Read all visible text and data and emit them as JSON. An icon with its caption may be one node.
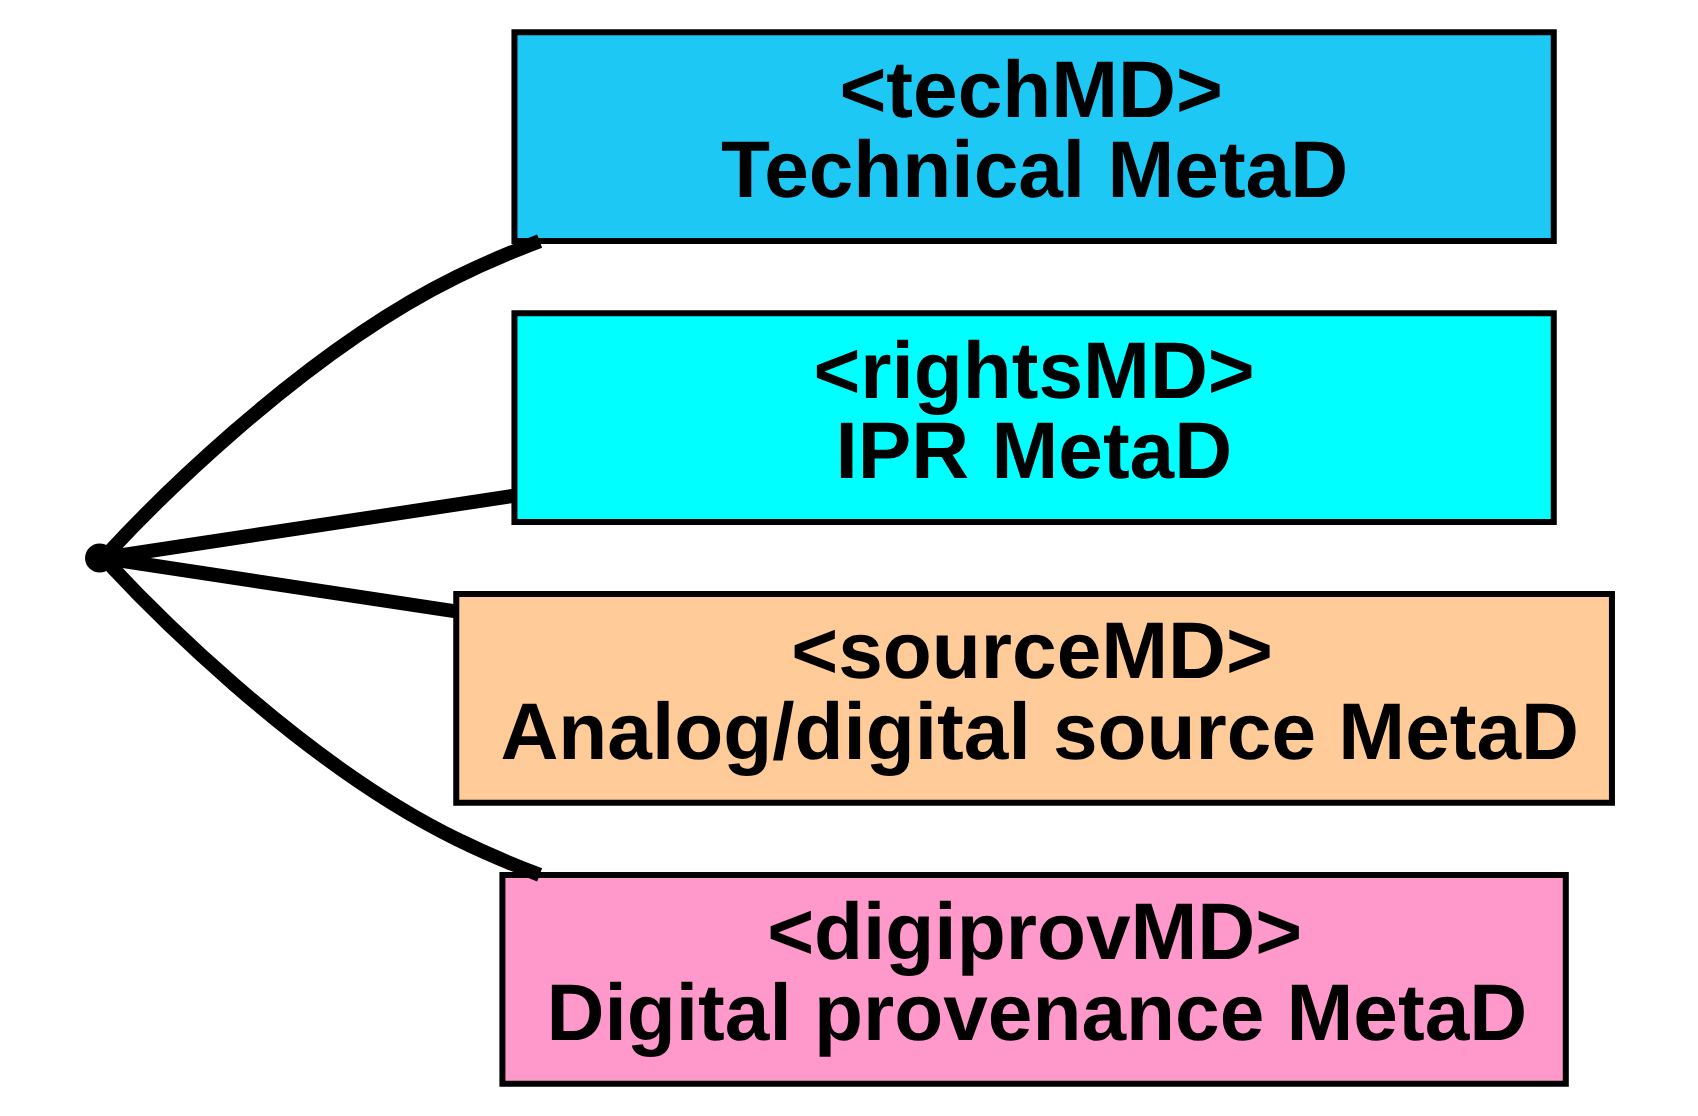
{
  "diagram": {
    "nodes": [
      {
        "text": [],
        "shape": "point"
      },
      {
        "text": [
          "<techMD>",
          "Technical MetaD"
        ]
      },
      {
        "text": [
          "<rightsMD>",
          "IPR MetaD"
        ]
      },
      {
        "text": [
          "<sourceMD>",
          "Analog/digital source MetaD"
        ]
      },
      {
        "text": [
          "<digiprovMD>",
          "Digital provenance MetaD"
        ]
      }
    ],
    "edges": [
      {
        "from": 0,
        "to": 1,
        "arrow": "none"
      },
      {
        "from": 0,
        "to": 2,
        "arrow": "none"
      },
      {
        "from": 0,
        "to": 3,
        "arrow": "none"
      },
      {
        "from": 0,
        "to": 4,
        "arrow": "none"
      }
    ]
  }
}
